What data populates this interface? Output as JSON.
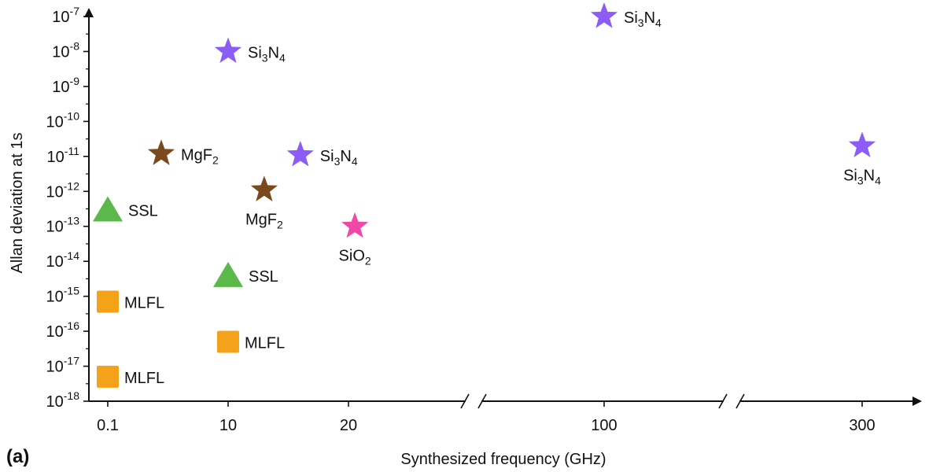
{
  "chart_data": {
    "type": "scatter",
    "title": "",
    "panel_label": "(a)",
    "xlabel": "Synthesized frequency (GHz)",
    "ylabel": "Allan deviation at 1s",
    "x_axis": {
      "scale": "broken",
      "ticks": [
        0.1,
        10,
        20,
        100,
        300
      ],
      "tick_labels": [
        "0.1",
        "10",
        "20",
        "100",
        "300"
      ],
      "breaks": [
        "between 20 and 100",
        "between 100 and 300"
      ]
    },
    "y_axis": {
      "scale": "log",
      "ylim": [
        1e-18,
        1e-07
      ],
      "tick_base": "10",
      "tick_exponents": [
        "-7",
        "-8",
        "-9",
        "-10",
        "-11",
        "-12",
        "-13",
        "-14",
        "-15",
        "-16",
        "-17",
        "-18"
      ]
    },
    "grid": false,
    "legend": "none",
    "colors": {
      "Si3N4": "#8b5cf6",
      "MgF2": "#7a4a1e",
      "SiO2": "#f048a6",
      "SSL": "#5ab94a",
      "MLFL": "#f5a21b"
    },
    "points": [
      {
        "x": 0.1,
        "y": 3e-13,
        "marker": "triangle",
        "group": "SSL",
        "label": {
          "text": "SSL",
          "pos": "right"
        }
      },
      {
        "x": 10,
        "y": 4e-15,
        "marker": "triangle",
        "group": "SSL",
        "label": {
          "text": "SSL",
          "pos": "right"
        }
      },
      {
        "x": 0.1,
        "y": 7e-16,
        "marker": "square",
        "group": "MLFL",
        "label": {
          "text": "MLFL",
          "pos": "right"
        }
      },
      {
        "x": 10,
        "y": 5e-17,
        "marker": "square",
        "group": "MLFL",
        "label": {
          "text": "MLFL",
          "pos": "right"
        }
      },
      {
        "x": 0.1,
        "y": 5e-18,
        "marker": "square",
        "group": "MLFL",
        "label": {
          "text": "MLFL",
          "pos": "right"
        }
      },
      {
        "x": 4.5,
        "y": 1.2e-11,
        "marker": "star",
        "group": "MgF2",
        "label": {
          "text": "MgF",
          "sub": "2",
          "pos": "right"
        }
      },
      {
        "x": 13,
        "y": 1.1e-12,
        "marker": "star",
        "group": "MgF2",
        "label": {
          "text": "MgF",
          "sub": "2",
          "pos": "below"
        }
      },
      {
        "x": 10,
        "y": 1e-08,
        "marker": "star",
        "group": "Si3N4",
        "label": {
          "text": "Si",
          "sub": "3",
          "text2": "N",
          "sub2": "4",
          "pos": "right"
        }
      },
      {
        "x": 16,
        "y": 1.1e-11,
        "marker": "star",
        "group": "Si3N4",
        "label": {
          "text": "Si",
          "sub": "3",
          "text2": "N",
          "sub2": "4",
          "pos": "right"
        }
      },
      {
        "x": 22,
        "y": 1e-13,
        "marker": "star",
        "group": "SiO2",
        "label": {
          "text": "SiO",
          "sub": "2",
          "pos": "below"
        }
      },
      {
        "x": 100,
        "y": 1e-07,
        "marker": "star",
        "group": "Si3N4",
        "label": {
          "text": "Si",
          "sub": "3",
          "text2": "N",
          "sub2": "4",
          "pos": "right"
        }
      },
      {
        "x": 300,
        "y": 2e-11,
        "marker": "star",
        "group": "Si3N4",
        "label": {
          "text": "Si",
          "sub": "3",
          "text2": "N",
          "sub2": "4",
          "pos": "below"
        }
      }
    ]
  }
}
